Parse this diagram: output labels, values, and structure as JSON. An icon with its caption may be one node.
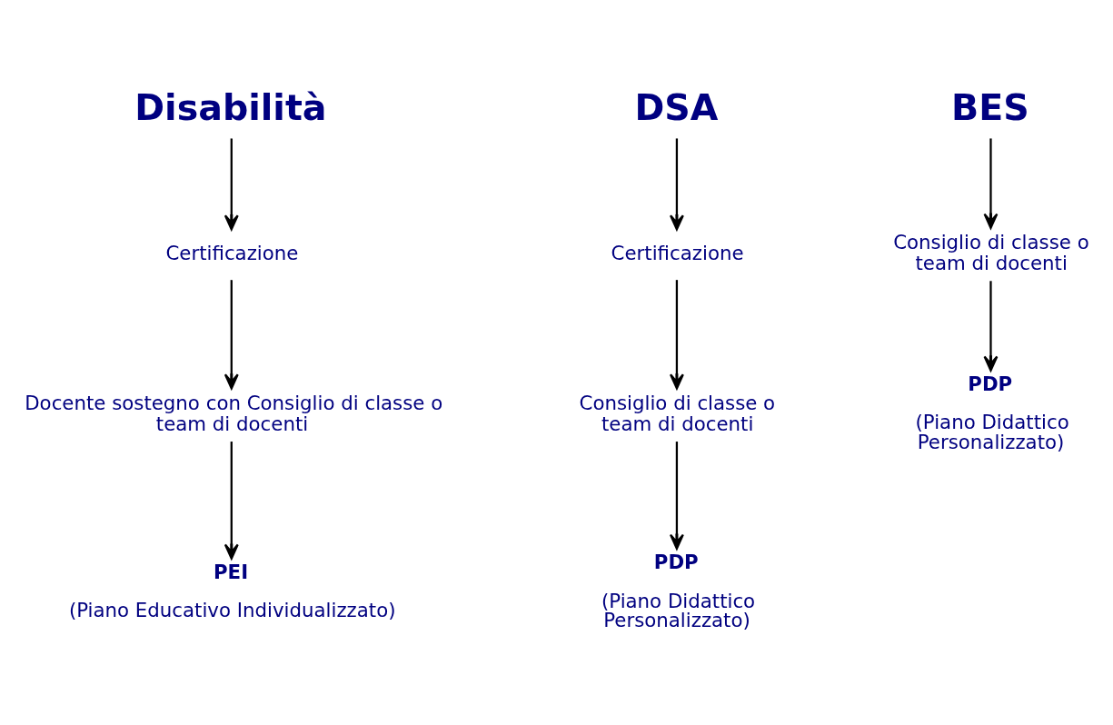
{
  "diagram": {
    "nodes": [
      {
        "text": [
          "Disabilità"
        ]
      },
      {
        "text": [
          "Certificazione"
        ]
      },
      {
        "text": [
          "Docente sostegno con Consiglio di classe o team di docenti"
        ]
      },
      {
        "text": [
          "PEI",
          "(Piano Educativo Individualizzato)"
        ]
      },
      {
        "text": [
          "DSA"
        ]
      },
      {
        "text": [
          "Certificazione"
        ]
      },
      {
        "text": [
          "Consiglio di classe o team di docenti"
        ]
      },
      {
        "text": [
          "PDP",
          "(Piano Didattico Personalizzato)"
        ]
      },
      {
        "text": [
          "BES"
        ]
      },
      {
        "text": [
          "Consiglio di classe o team di docenti"
        ]
      },
      {
        "text": [
          "PDP",
          "(Piano Didattico Personalizzato)"
        ]
      }
    ],
    "edges": [
      {
        "from": 0,
        "to": 1,
        "arrow": "to"
      },
      {
        "from": 1,
        "to": 2,
        "arrow": "to"
      },
      {
        "from": 2,
        "to": 3,
        "arrow": "to"
      },
      {
        "from": 4,
        "to": 5,
        "arrow": "to"
      },
      {
        "from": 5,
        "to": 6,
        "arrow": "to"
      },
      {
        "from": 6,
        "to": 7,
        "arrow": "to"
      },
      {
        "from": 8,
        "to": 9,
        "arrow": "to"
      },
      {
        "from": 9,
        "to": 10,
        "arrow": "to"
      }
    ]
  }
}
